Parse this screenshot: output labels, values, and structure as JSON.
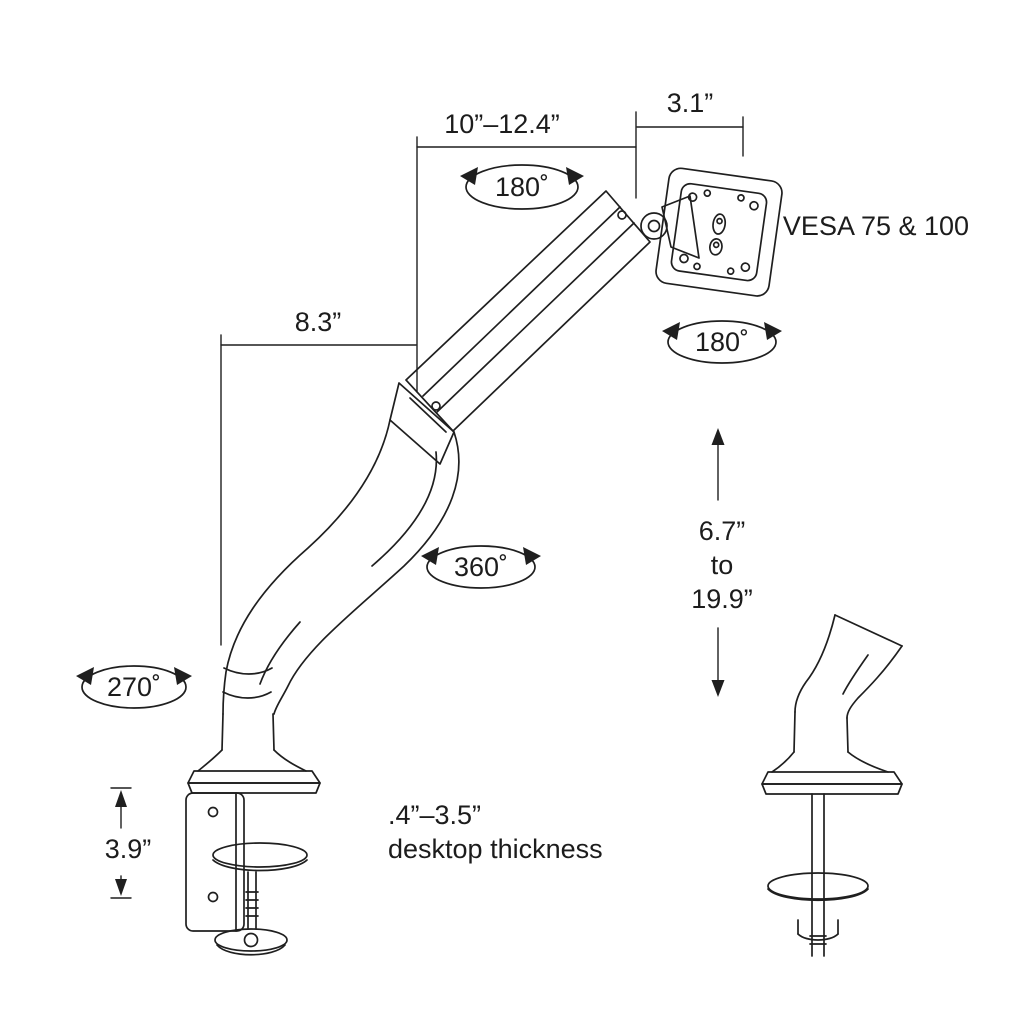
{
  "diagram": {
    "colors": {
      "line": "#1f1f1f",
      "background": "#ffffff"
    },
    "dimensions": {
      "arm_extension": "10”–12.4”",
      "vesa_offset": "3.1”",
      "upper_arm": "8.3”",
      "height_min": "6.7”",
      "height_to": "to",
      "height_max": "19.9”",
      "clamp_height": "3.9”",
      "desktop_thickness_range": ".4”–3.5”",
      "desktop_thickness_label": "desktop thickness"
    },
    "rotations": {
      "top_swivel": "180˚",
      "vesa_swivel": "180˚",
      "mid_swivel": "360˚",
      "base_swivel": "270˚"
    },
    "vesa_label": "VESA 75 & 100"
  }
}
